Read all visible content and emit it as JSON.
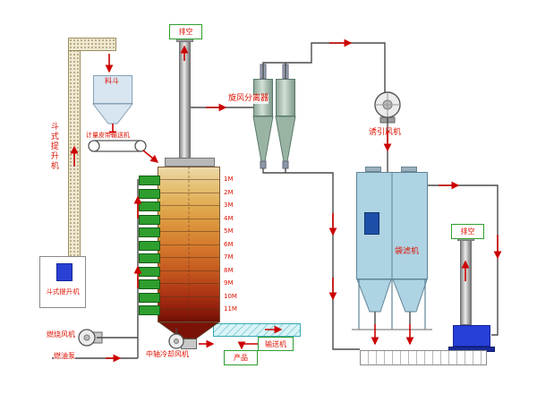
{
  "labels": {
    "vent_top": "排空",
    "vent_right": "排空",
    "hopper": "料斗",
    "weigh_belt": "计量皮带输送机",
    "bucket_elevator_vertical": "斗式提升机",
    "bucket_elevator_box": "斗式提升机",
    "cyclone_separator": "旋风分离器",
    "induced_draft_fan": "诱引风机",
    "bag_filter": "袋滤机",
    "combustion_fan": "燃烧风机",
    "fuel_pump": "燃油泵",
    "center_shaft_cooling_fan": "中轴冷却风机",
    "product": "产品",
    "discharge_conveyor": "输送机"
  },
  "tower": {
    "levels": [
      "1M",
      "2M",
      "3M",
      "4M",
      "5M",
      "6M",
      "7M",
      "8M",
      "9M",
      "10M",
      "11M"
    ]
  },
  "colors": {
    "arrow_red": "#cc0000",
    "label_red": "#dd1100",
    "green_border": "#2f9e2f",
    "pipe": "#4a4a4a",
    "tower_top": "#ecd9a8",
    "tower_bottom": "#6f0f06",
    "bag_filter_fill": "#aed3e3",
    "blower_blue": "#2740d8"
  }
}
